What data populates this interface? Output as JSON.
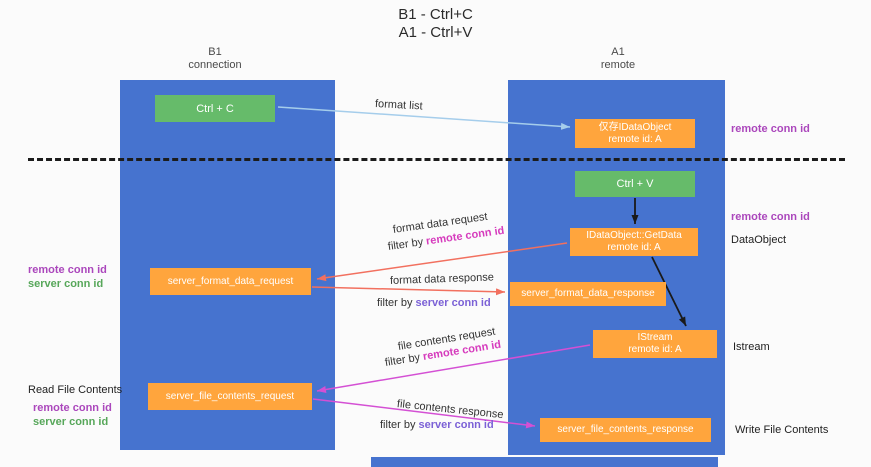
{
  "title": {
    "line1": "B1 - Ctrl+C",
    "line2": "A1 - Ctrl+V"
  },
  "columns": {
    "left": {
      "name": "B1",
      "subtitle": "connection"
    },
    "right": {
      "name": "A1",
      "subtitle": "remote"
    }
  },
  "boxes": {
    "ctrl_c": "Ctrl + C",
    "ctrl_v": "Ctrl + V",
    "idataobject": {
      "line1": "仅存IDataObject",
      "line2": "remote id: A"
    },
    "getdata": {
      "line1": "IDataObject::GetData",
      "line2": "remote id: A"
    },
    "istream": {
      "line1": "IStream",
      "line2": "remote id: A"
    },
    "format_request": "server_format_data_request",
    "format_response": "server_format_data_response",
    "file_request": "server_file_contents_request",
    "file_response": "server_file_contents_response"
  },
  "arrow_labels": {
    "format_list": "format list",
    "format_data_request": "format data request",
    "format_data_response": "format data response",
    "file_contents_request": "file contents request",
    "file_contents_response": "file contents response",
    "filter_by": "filter by ",
    "remote_conn_id": "remote conn id",
    "server_conn_id": "server conn id"
  },
  "side_labels": {
    "remote_conn_id": "remote conn id",
    "server_conn_id": "server conn id",
    "dataobject": "DataObject",
    "istream": "Istream",
    "read_file_contents": "Read File Contents",
    "write_file_contents": "Write File Contents"
  },
  "colors": {
    "column_blue": "#4673cf",
    "box_green": "#66bb6a",
    "box_orange": "#ffa53d",
    "arrow_blue": "#a5cdeb",
    "arrow_red": "#f2705f",
    "arrow_magenta": "#d450d4",
    "arrow_black": "#1a1a1a",
    "remote_conn_purple": "#ab47bc",
    "server_conn_green": "#57a75a",
    "server_conn_violet": "#7b61d6",
    "filter_remote_magenta": "#d63bbd"
  }
}
